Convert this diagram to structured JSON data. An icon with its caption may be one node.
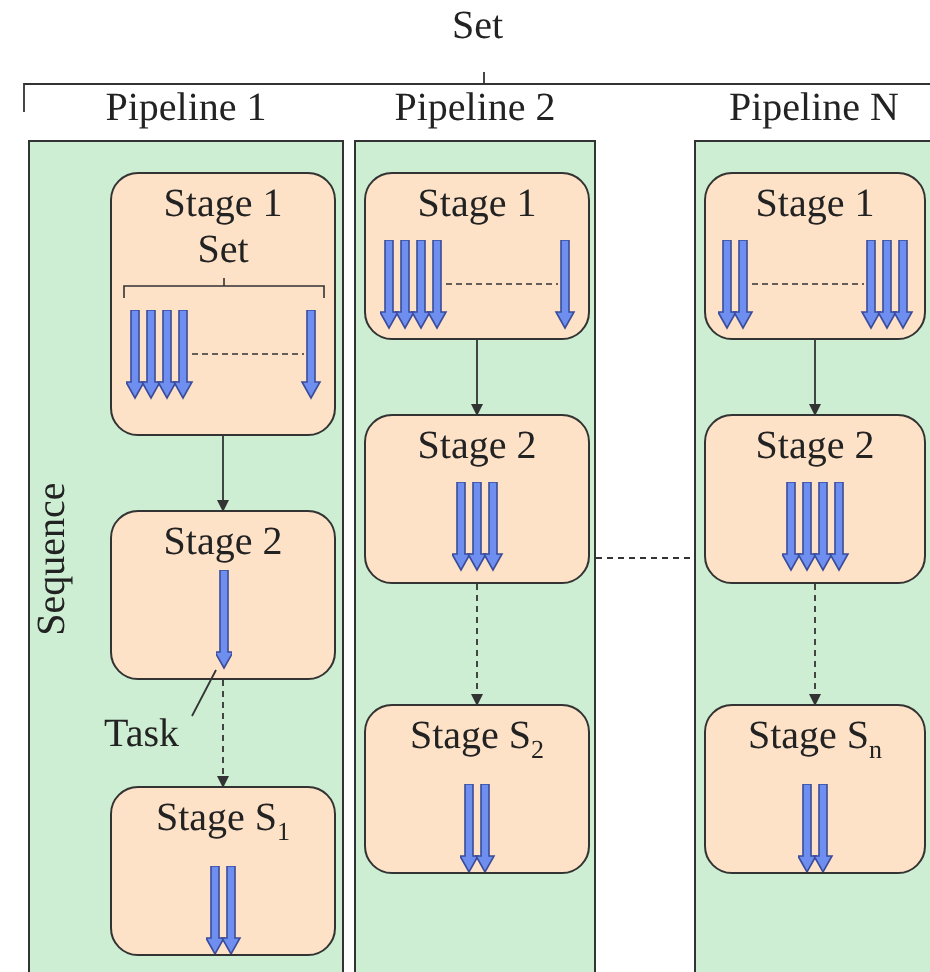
{
  "diagram": {
    "nodes": [
      {
        "text": [
          "Pipeline 1"
        ]
      },
      {
        "text": [
          "Stage 1",
          "Set"
        ],
        "in": 0
      },
      {
        "text": [
          "Stage 2"
        ],
        "in": 0
      },
      {
        "text": [],
        "shape": "arrow",
        "in": 2
      },
      {
        "text": [
          "Task"
        ],
        "in": 0
      },
      {
        "text": [
          "Stage S$_{1}$"
        ],
        "in": 0
      },
      {
        "text": [
          "Pipeline 2"
        ]
      },
      {
        "text": [
          "Stage 1"
        ],
        "in": 6
      },
      {
        "text": [
          "Stage 2"
        ],
        "in": 6
      },
      {
        "text": [
          "Stage S$_{2}$"
        ],
        "in": 6
      },
      {
        "text": [
          "Pipeline N"
        ]
      },
      {
        "text": [
          "Stage 1"
        ],
        "in": 10
      },
      {
        "text": [
          "Stage 2"
        ],
        "in": 10
      },
      {
        "text": [
          "Stage S$_{n}$"
        ],
        "in": 10
      }
    ],
    "edges": [
      {
        "from": 1,
        "to": 2,
        "arrow": "to"
      },
      {
        "from": 2,
        "to": 5,
        "arrow": "to",
        "style": "dashed"
      },
      {
        "from": 4,
        "to": 3,
        "arrow": "none"
      },
      {
        "from": 7,
        "to": 8,
        "arrow": "to"
      },
      {
        "from": 8,
        "to": 9,
        "arrow": "to",
        "style": "dashed"
      },
      {
        "from": 11,
        "to": 12,
        "arrow": "to"
      },
      {
        "from": 12,
        "to": 13,
        "arrow": "to",
        "style": "dashed"
      },
      {
        "from": 6,
        "to": 10,
        "arrow": "none",
        "style": "dashed"
      }
    ],
    "labels": [
      "Set",
      "Sequence"
    ]
  }
}
